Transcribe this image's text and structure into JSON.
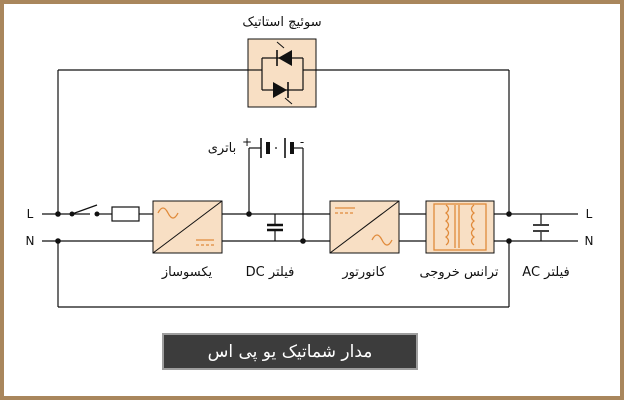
{
  "title": "مدار شماتیک یو پی اس",
  "labels": {
    "static_switch": "سوئیچ استاتیک",
    "battery": "باتری",
    "battery_plus": "+",
    "battery_minus": "-",
    "rectifier": "یکسوساز",
    "dc_filter": "فیلتر DC",
    "inverter": "کانورتور",
    "output_transformer": "ترانس خروجی",
    "ac_filter": "فیلتر AC",
    "line_left": "L",
    "neutral_left": "N",
    "line_right": "L",
    "neutral_right": "N"
  },
  "colors": {
    "frame": "#a9865c",
    "block_fill": "#f8dfc4",
    "wire": "#111111",
    "accent": "#e08a3a",
    "title_bg": "#3c3c3c"
  }
}
